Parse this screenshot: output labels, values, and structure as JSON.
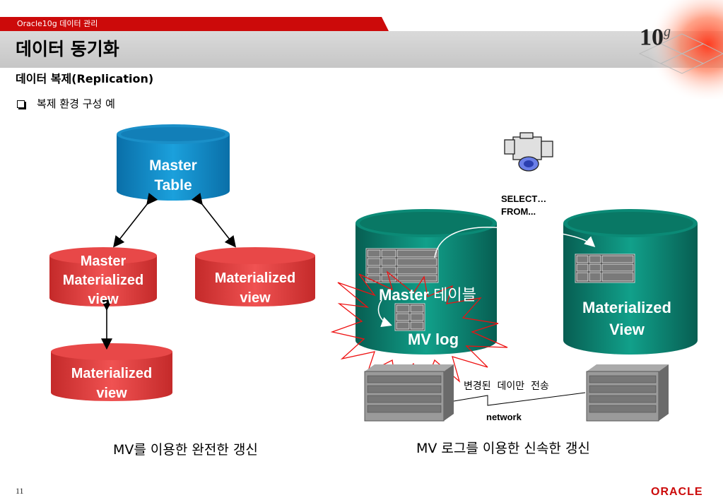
{
  "header": {
    "section_label": "Oracle10g 데이터 관리",
    "title": "데이터 동기화",
    "logo_text": "10",
    "logo_superscript": "g"
  },
  "subtitle": "데이터 복제(Replication)",
  "bullet": "복제 환경 구성 예",
  "left_diagram": {
    "master_table": [
      "Master",
      "Table"
    ],
    "master_mv": [
      "Master",
      "Materialized",
      "view"
    ],
    "mv_right": [
      "Materialized",
      "view"
    ],
    "mv_bottom": [
      "Materialized",
      "view"
    ],
    "caption": "MV를 이용한 완전한 갱신"
  },
  "right_diagram": {
    "select_text": [
      "SELECT…",
      "FROM..."
    ],
    "master_label_en": "Master",
    "master_label_ko": "테이블",
    "mv_log": "MV log",
    "mv_view": [
      "Materialized",
      "View"
    ],
    "transfer_label": "변경된  데이만  전송",
    "network_label": "network",
    "caption": "MV 로그를 이용한 신속한 갱신"
  },
  "footer": {
    "page_number": "11",
    "brand": "ORACLE"
  },
  "colors": {
    "accent_red": "#cc0a0a",
    "cylinder_blue": "#1288c4",
    "cylinder_red": "#e03c3c",
    "cylinder_teal": "#0e8c78"
  }
}
